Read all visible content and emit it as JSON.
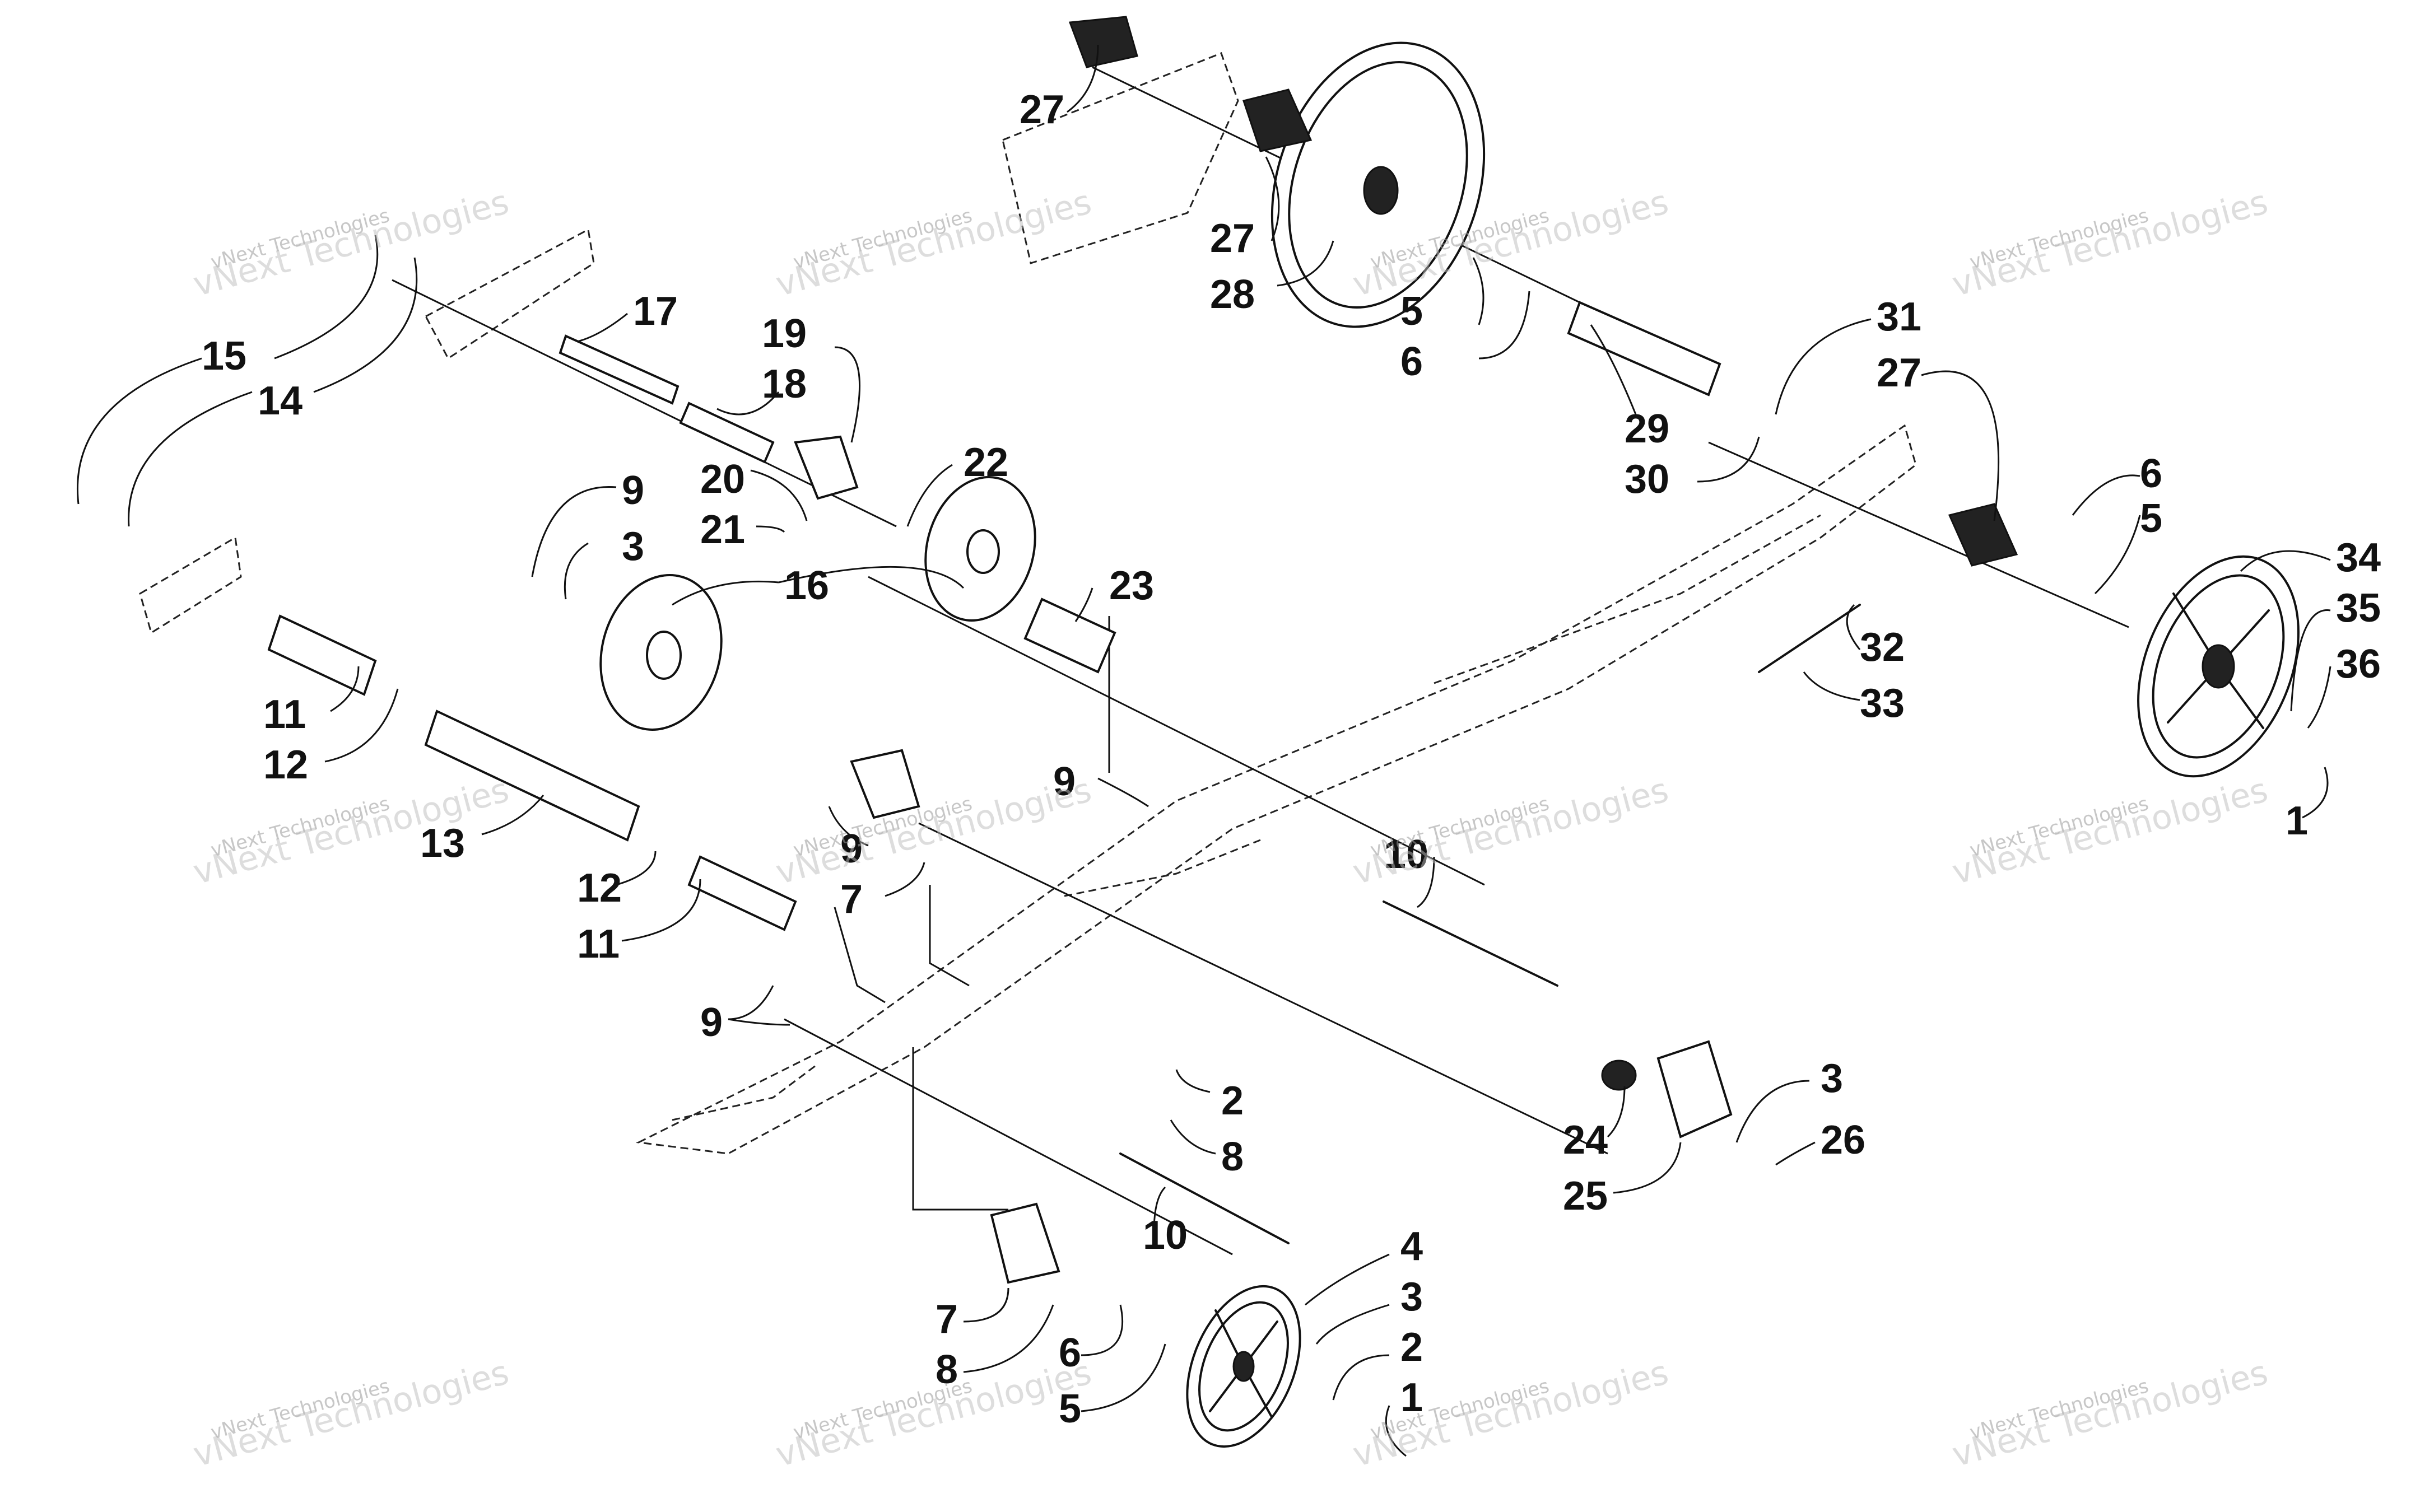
{
  "diagram": {
    "callouts": [
      {
        "id": "c-27a",
        "text": "27"
      },
      {
        "id": "c-27b",
        "text": "27"
      },
      {
        "id": "c-28",
        "text": "28"
      },
      {
        "id": "c-5a",
        "text": "5"
      },
      {
        "id": "c-6a",
        "text": "6"
      },
      {
        "id": "c-29",
        "text": "29"
      },
      {
        "id": "c-30",
        "text": "30"
      },
      {
        "id": "c-31",
        "text": "31"
      },
      {
        "id": "c-27c",
        "text": "27"
      },
      {
        "id": "c-6b",
        "text": "6"
      },
      {
        "id": "c-5b",
        "text": "5"
      },
      {
        "id": "c-34",
        "text": "34"
      },
      {
        "id": "c-35",
        "text": "35"
      },
      {
        "id": "c-36",
        "text": "36"
      },
      {
        "id": "c-1a",
        "text": "1"
      },
      {
        "id": "c-32",
        "text": "32"
      },
      {
        "id": "c-33",
        "text": "33"
      },
      {
        "id": "c-17",
        "text": "17"
      },
      {
        "id": "c-19",
        "text": "19"
      },
      {
        "id": "c-18",
        "text": "18"
      },
      {
        "id": "c-15",
        "text": "15"
      },
      {
        "id": "c-14",
        "text": "14"
      },
      {
        "id": "c-20",
        "text": "20"
      },
      {
        "id": "c-21",
        "text": "21"
      },
      {
        "id": "c-22",
        "text": "22"
      },
      {
        "id": "c-9a",
        "text": "9"
      },
      {
        "id": "c-3a",
        "text": "3"
      },
      {
        "id": "c-16",
        "text": "16"
      },
      {
        "id": "c-23",
        "text": "23"
      },
      {
        "id": "c-11a",
        "text": "11"
      },
      {
        "id": "c-12a",
        "text": "12"
      },
      {
        "id": "c-13",
        "text": "13"
      },
      {
        "id": "c-12b",
        "text": "12"
      },
      {
        "id": "c-11b",
        "text": "11"
      },
      {
        "id": "c-9b",
        "text": "9"
      },
      {
        "id": "c-9c",
        "text": "9"
      },
      {
        "id": "c-7a",
        "text": "7"
      },
      {
        "id": "c-10a",
        "text": "10"
      },
      {
        "id": "c-9d",
        "text": "9"
      },
      {
        "id": "c-2a",
        "text": "2"
      },
      {
        "id": "c-8a",
        "text": "8"
      },
      {
        "id": "c-10b",
        "text": "10"
      },
      {
        "id": "c-7b",
        "text": "7"
      },
      {
        "id": "c-8b",
        "text": "8"
      },
      {
        "id": "c-6c",
        "text": "6"
      },
      {
        "id": "c-5c",
        "text": "5"
      },
      {
        "id": "c-4",
        "text": "4"
      },
      {
        "id": "c-3b",
        "text": "3"
      },
      {
        "id": "c-2b",
        "text": "2"
      },
      {
        "id": "c-1b",
        "text": "1"
      },
      {
        "id": "c-3c",
        "text": "3"
      },
      {
        "id": "c-24",
        "text": "24"
      },
      {
        "id": "c-26",
        "text": "26"
      },
      {
        "id": "c-25",
        "text": "25"
      }
    ],
    "watermarks": [
      {
        "id": "wm-1",
        "line1": "vNext Technologies",
        "line2": "vNext\nTechnologies"
      },
      {
        "id": "wm-2",
        "line1": "vNext Technologies",
        "line2": "vNext\nTechnologies"
      },
      {
        "id": "wm-3",
        "line1": "vNext Technologies",
        "line2": "vNext\nTechnologies"
      },
      {
        "id": "wm-4",
        "line1": "vNext Technologies",
        "line2": "vNext\nTechnologies"
      },
      {
        "id": "wm-5",
        "line1": "vNext Technologies",
        "line2": "vNext\nTechnologies"
      },
      {
        "id": "wm-6",
        "line1": "vNext Technologies",
        "line2": "vNext\nTechnologies"
      },
      {
        "id": "wm-7",
        "line1": "vNext Technologies",
        "line2": "vNext\nTechnologies"
      },
      {
        "id": "wm-8",
        "line1": "vNext Technologies",
        "line2": "vNext\nTechnologies"
      },
      {
        "id": "wm-9",
        "line1": "vNext Technologies",
        "line2": "vNext\nTechnologies"
      },
      {
        "id": "wm-10",
        "line1": "vNext Technologies",
        "line2": "vNext\nTechnologies"
      },
      {
        "id": "wm-11",
        "line1": "vNext Technologies",
        "line2": "vNext\nTechnologies"
      },
      {
        "id": "wm-12",
        "line1": "vNext Technologies",
        "line2": "vNext\nTechnologies"
      }
    ]
  }
}
